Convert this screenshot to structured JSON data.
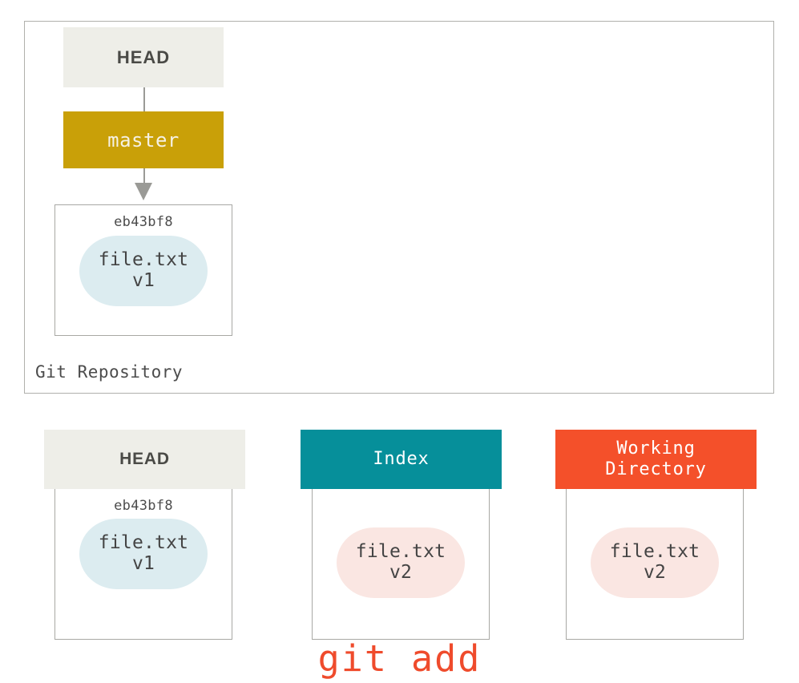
{
  "diagram": {
    "title": "git add",
    "repository": {
      "label": "Git Repository",
      "head": {
        "label": "HEAD"
      },
      "branch": {
        "label": "master"
      },
      "commit": {
        "hash": "eb43bf8",
        "file": {
          "name": "file.txt",
          "version": "v1"
        }
      }
    },
    "areas": [
      {
        "key": "head",
        "header": "HEAD",
        "hash": "eb43bf8",
        "file": {
          "name": "file.txt",
          "version": "v1"
        }
      },
      {
        "key": "index",
        "header": "Index",
        "hash": "",
        "file": {
          "name": "file.txt",
          "version": "v2"
        }
      },
      {
        "key": "working-directory",
        "header": "Working\nDirectory",
        "hash": "",
        "file": {
          "name": "file.txt",
          "version": "v2"
        }
      }
    ],
    "colors": {
      "head_bg": "#eeeee8",
      "branch_bg": "#c9a008",
      "index_bg": "#068f9a",
      "working_directory_bg": "#f4502a",
      "blob_committed": "#dcecf0",
      "blob_modified": "#fae6e2",
      "command_text": "#ef4b2c",
      "border": "#a8a8a4"
    }
  }
}
